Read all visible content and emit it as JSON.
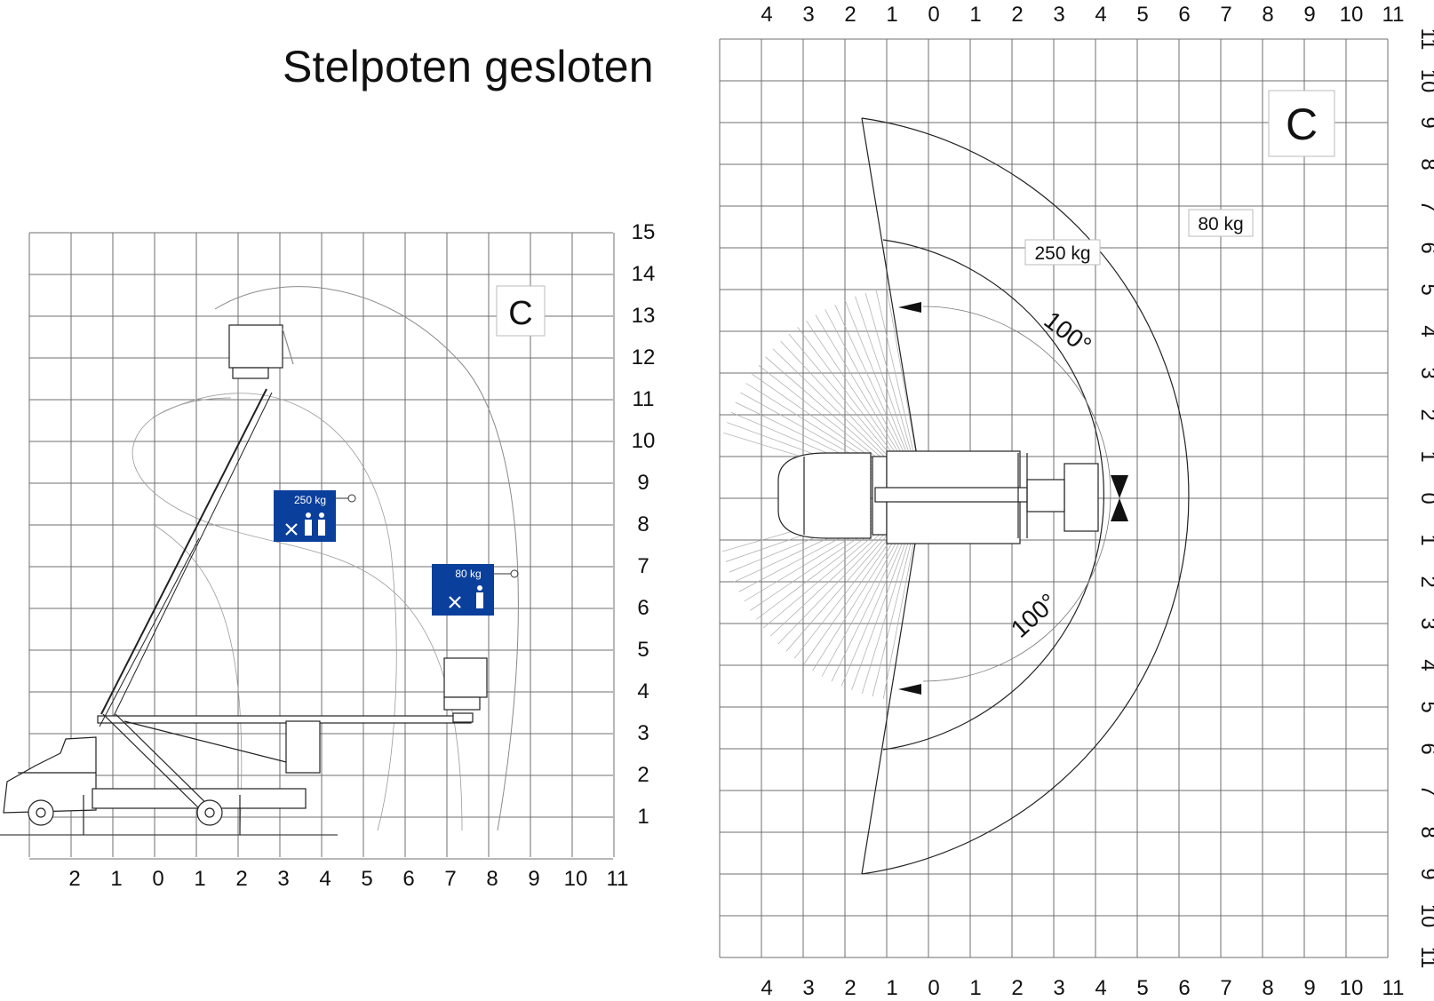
{
  "title": "Stelpoten gesloten",
  "side_view": {
    "label": "C",
    "y_ticks": [
      "15",
      "14",
      "13",
      "12",
      "11",
      "10",
      "9",
      "8",
      "7",
      "6",
      "5",
      "4",
      "3",
      "2",
      "1"
    ],
    "x_ticks": [
      "2",
      "1",
      "0",
      "1",
      "2",
      "3",
      "4",
      "5",
      "6",
      "7",
      "8",
      "9",
      "10",
      "11"
    ],
    "badges": [
      {
        "load": "250 kg",
        "persons": 2,
        "color": "#0b3f9c"
      },
      {
        "load": "80 kg",
        "persons": 1,
        "color": "#0b3f9c"
      }
    ]
  },
  "top_view": {
    "label": "C",
    "x_ticks": [
      "4",
      "3",
      "2",
      "1",
      "0",
      "1",
      "2",
      "3",
      "4",
      "5",
      "6",
      "7",
      "8",
      "9",
      "10",
      "11"
    ],
    "y_ticks": [
      "11",
      "10",
      "9",
      "8",
      "7",
      "6",
      "5",
      "4",
      "3",
      "2",
      "1",
      "0",
      "1",
      "2",
      "3",
      "4",
      "5",
      "6",
      "7",
      "8",
      "9",
      "10",
      "11"
    ],
    "zones": [
      {
        "label": "250 kg"
      },
      {
        "label": "80 kg"
      }
    ],
    "rotation_labels": [
      "100°",
      "100°"
    ]
  }
}
